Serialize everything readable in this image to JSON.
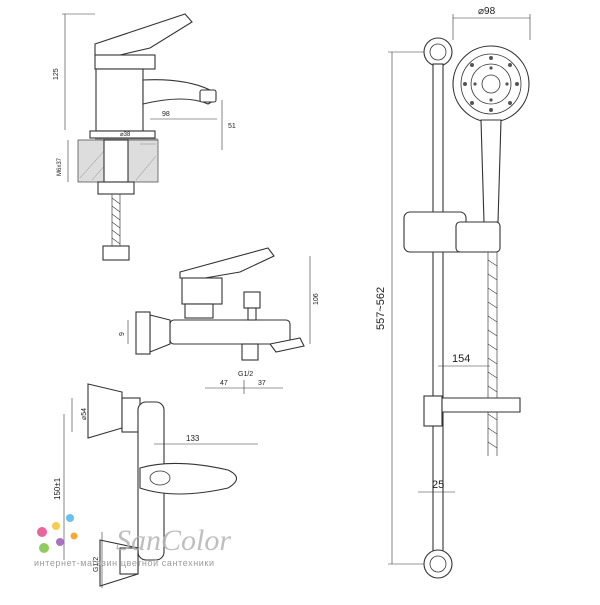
{
  "dimensions": {
    "basin_height": "125",
    "basin_reach": "98",
    "basin_spout_drop": "51",
    "basin_base_dia": "⌀38",
    "basin_mount": "M6x37",
    "bath_height": "106",
    "bath_spout_low": "9",
    "bath_conn_1": "47",
    "bath_conn_2": "37",
    "bath_thread": "G1/2",
    "bath_front_dia": "⌀54",
    "bath_reach": "133",
    "bath_center": "150±1",
    "bath_inlet": "G1/2",
    "shower_head_dia": "⌀98",
    "rail_length": "557~562",
    "shower_reach": "154",
    "rail_offset": "25"
  },
  "brand": {
    "logo_text": "SanColor",
    "tagline": "интернет-магазин цветной сантехники",
    "dot_colors": [
      "#e84a8a",
      "#f4c430",
      "#4db8e8",
      "#7cc242",
      "#9b59b6",
      "#f39c12"
    ]
  }
}
